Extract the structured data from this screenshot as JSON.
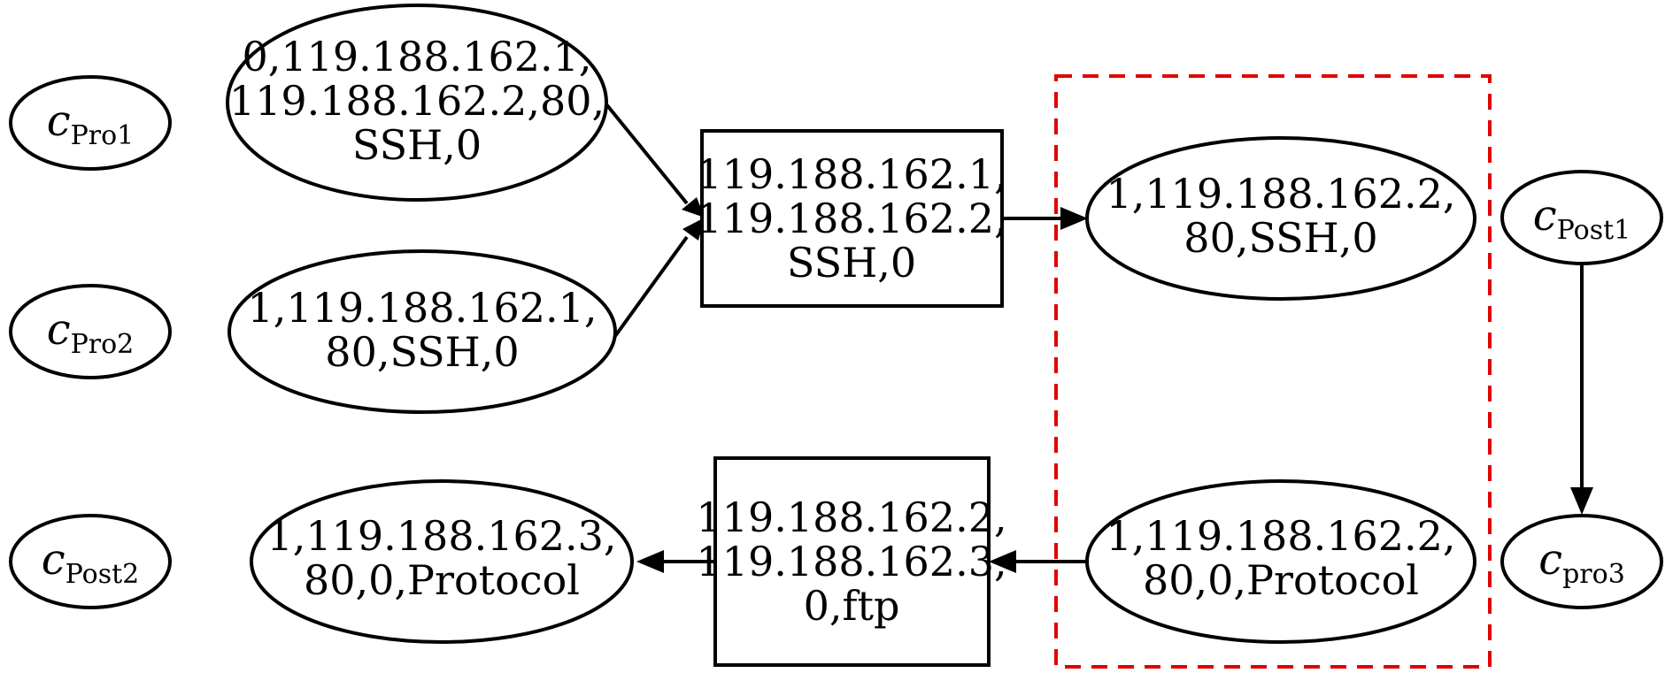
{
  "labels": {
    "pro1": {
      "main": "c",
      "sub": "Pro1"
    },
    "pro2": {
      "main": "c",
      "sub": "Pro2"
    },
    "post2": {
      "main": "c",
      "sub": "Post2"
    },
    "post1": {
      "main": "c",
      "sub": "Post1"
    },
    "pro3": {
      "main": "c",
      "sub": "pro3"
    }
  },
  "nodes": {
    "pro1_state": [
      "0,119.188.162.1,",
      "119.188.162.2,80,",
      "SSH,0"
    ],
    "pro2_state": [
      "1,119.188.162.1,",
      "80,SSH,0"
    ],
    "transition_top": [
      "119.188.162.1,",
      "119.188.162.2,",
      "SSH,0"
    ],
    "post1_state": [
      "1,119.188.162.2,",
      "80,SSH,0"
    ],
    "pro3_state": [
      "1,119.188.162.2,",
      "80,0,Protocol"
    ],
    "transition_bottom": [
      "119.188.162.2,",
      "119.188.162.3,",
      "0,ftp"
    ],
    "post2_state": [
      "1,119.188.162.3,",
      "80,0,Protocol"
    ]
  },
  "colors": {
    "stroke": "#000000",
    "highlight": "#e00000",
    "background": "#ffffff"
  }
}
